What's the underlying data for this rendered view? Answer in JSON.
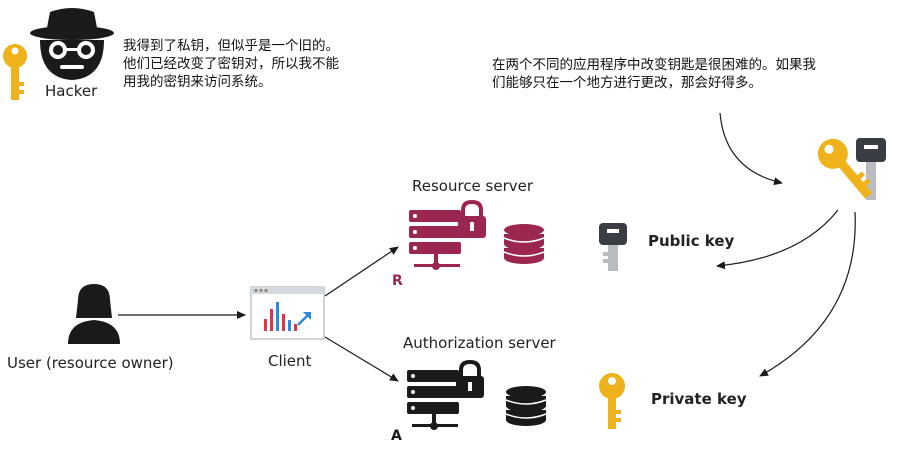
{
  "hacker": {
    "label": "Hacker",
    "note": "我得到了私钥，但似乎是一个旧的。\n他们已经改变了密钥对，所以我不能\n用我的密钥来访问系统。"
  },
  "rotation_note": "在两个不同的应用程序中改变钥匙是很困难的。如果我\n们能够只在一个地方进行更改，那会好得多。",
  "user": {
    "label": "User (resource owner)"
  },
  "client": {
    "label": "Client"
  },
  "resource_server": {
    "title": "Resource server",
    "letter": "R"
  },
  "authorization_server": {
    "title": "Authorization server",
    "letter": "A"
  },
  "public_key": {
    "label": "Public key"
  },
  "private_key": {
    "label": "Private key"
  },
  "colors": {
    "resource": "#9b2650",
    "auth": "#1a1a1a",
    "gold_key": "#f0b21b",
    "dark_key": "#3a3d44"
  }
}
